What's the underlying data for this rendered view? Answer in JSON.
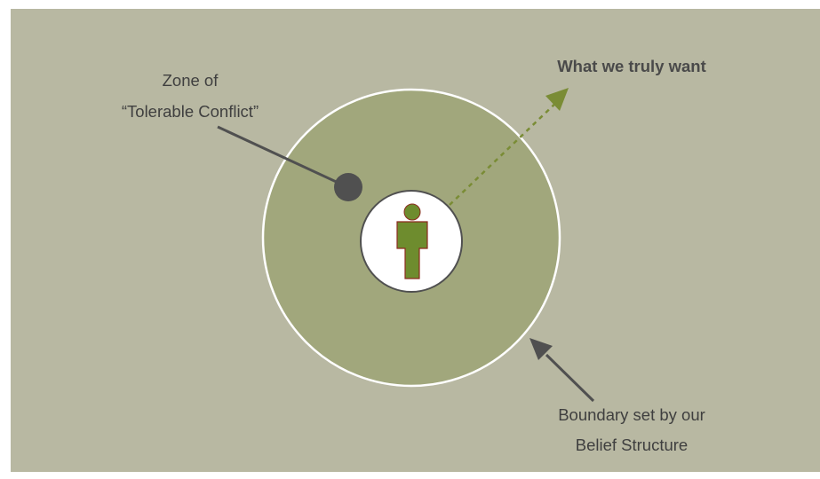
{
  "colors": {
    "background": "#b8b8a2",
    "zone_fill": "#a1a77c",
    "boundary_stroke": "#ffffff",
    "center_fill": "#ffffff",
    "person_fill": "#6e8c2e",
    "person_outline": "#8c2a1e",
    "arrow_dashed": "#7a8c35",
    "pointer": "#505050"
  },
  "labels": {
    "zone_line1": "Zone of",
    "zone_line2": "“Tolerable Conflict”",
    "want": "What we truly want",
    "boundary_line1": "Boundary set by our",
    "boundary_line2": "Belief Structure"
  },
  "icons": {
    "person": "person-icon"
  }
}
